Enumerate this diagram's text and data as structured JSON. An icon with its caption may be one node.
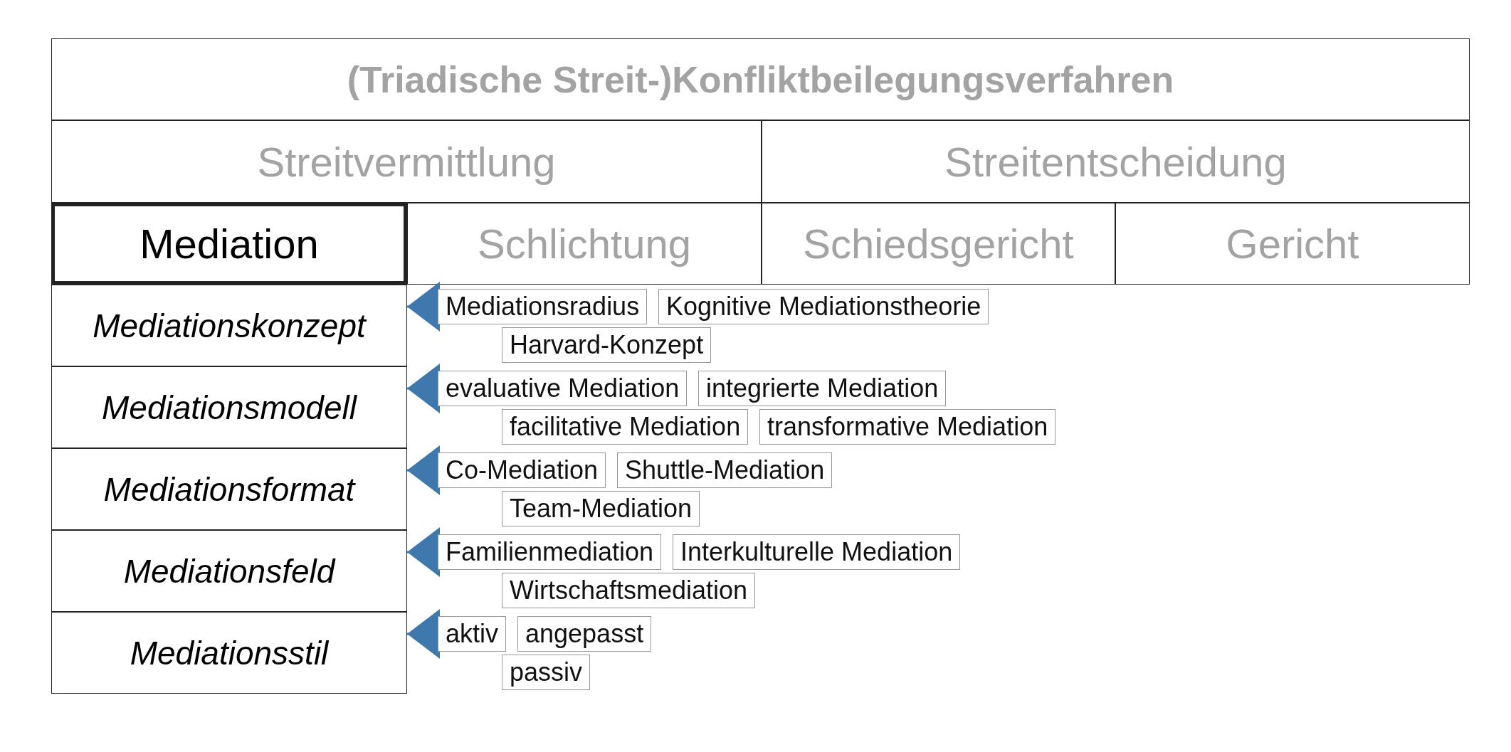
{
  "diagram": {
    "nodes": [
      {
        "text": [
          "(Triadische Streit-)Konfliktbeilegungsverfahren"
        ]
      },
      {
        "text": [
          "Streitvermittlung"
        ]
      },
      {
        "text": [
          "Streitentscheidung"
        ]
      },
      {
        "text": [
          "Mediation"
        ]
      },
      {
        "text": [
          "Schlichtung"
        ]
      },
      {
        "text": [
          "Schiedsgericht"
        ]
      },
      {
        "text": [
          "Gericht"
        ]
      },
      {
        "text": [
          "Mediationskonzept"
        ]
      },
      {
        "text": [
          "Mediationsmodell"
        ]
      },
      {
        "text": [
          "Mediationsformat"
        ]
      },
      {
        "text": [
          "Mediationsfeld"
        ]
      },
      {
        "text": [
          "Mediationsstil"
        ]
      },
      {
        "text": [
          "Harvard-Konzept"
        ]
      },
      {
        "text": [
          "Mediationsradius"
        ]
      },
      {
        "text": [
          "Kognitive Mediationstheorie"
        ]
      },
      {
        "text": [
          "integrierte Mediation"
        ]
      },
      {
        "text": [
          "evaluative Mediation"
        ]
      },
      {
        "text": [
          "transformative Mediation"
        ]
      },
      {
        "text": [
          "facilitative Mediation"
        ]
      },
      {
        "text": [
          "Co-Mediation"
        ]
      },
      {
        "text": [
          "Shuttle-Mediation"
        ]
      },
      {
        "text": [
          "Team-Mediation"
        ]
      },
      {
        "text": [
          "Familienmediation"
        ]
      },
      {
        "text": [
          "Interkulturelle Mediation"
        ]
      },
      {
        "text": [
          "Wirtschaftsmediation"
        ]
      },
      {
        "text": [
          "aktiv"
        ]
      },
      {
        "text": [
          "angepasst"
        ]
      },
      {
        "text": [
          "passiv"
        ]
      }
    ],
    "edges": [
      {
        "from": 13,
        "to": 7,
        "arrow": "to"
      },
      {
        "from": 16,
        "to": 8,
        "arrow": "to"
      },
      {
        "from": 19,
        "to": 9,
        "arrow": "to"
      },
      {
        "from": 22,
        "to": 10,
        "arrow": "to"
      },
      {
        "from": 25,
        "to": 11,
        "arrow": "to"
      }
    ]
  }
}
